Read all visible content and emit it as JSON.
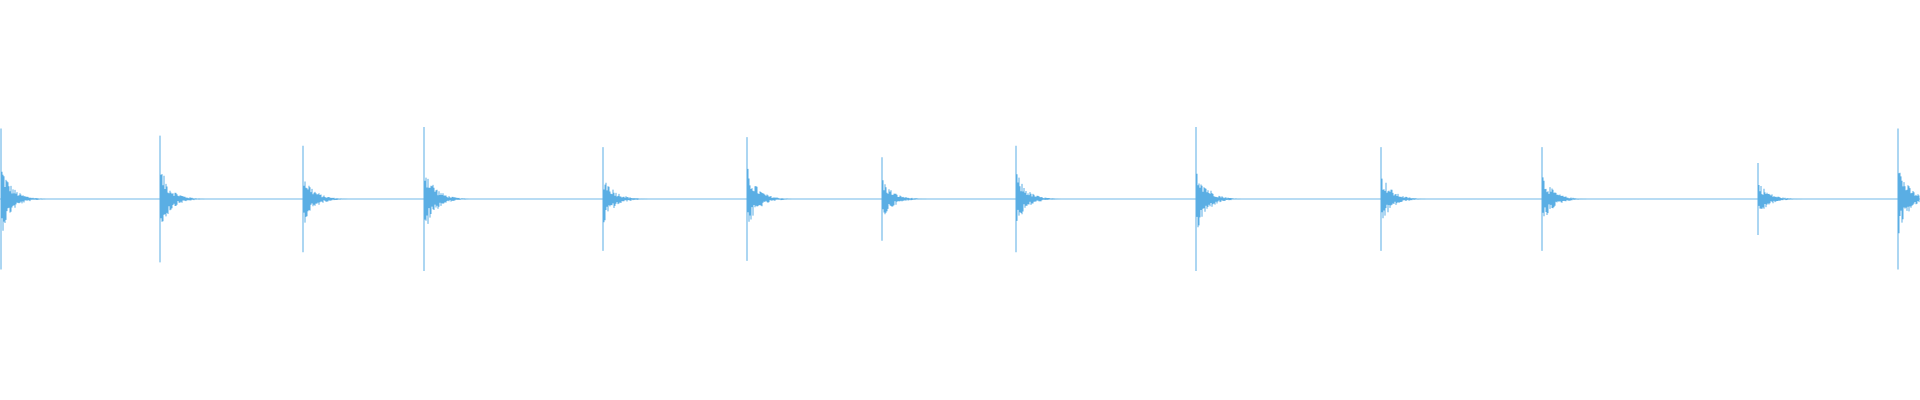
{
  "waveform": {
    "color": "#5aaee4",
    "background": "#ffffff",
    "transients": [
      {
        "t": 0.0,
        "peak": 0.98,
        "lower": 0.98
      },
      {
        "t": 0.083,
        "peak": 0.88,
        "lower": 0.88
      },
      {
        "t": 0.158,
        "peak": 0.74,
        "lower": 0.74
      },
      {
        "t": 0.221,
        "peak": 1.0,
        "lower": 1.0
      },
      {
        "t": 0.315,
        "peak": 0.72,
        "lower": 0.72
      },
      {
        "t": 0.39,
        "peak": 0.86,
        "lower": 0.86
      },
      {
        "t": 0.461,
        "peak": 0.58,
        "lower": 0.58
      },
      {
        "t": 0.531,
        "peak": 0.74,
        "lower": 0.74
      },
      {
        "t": 0.625,
        "peak": 1.0,
        "lower": 1.0
      },
      {
        "t": 0.722,
        "peak": 0.72,
        "lower": 0.72
      },
      {
        "t": 0.806,
        "peak": 0.72,
        "lower": 0.72
      },
      {
        "t": 0.919,
        "peak": 0.5,
        "lower": 0.5
      },
      {
        "t": 0.992,
        "peak": 0.98,
        "lower": 0.98
      }
    ]
  }
}
